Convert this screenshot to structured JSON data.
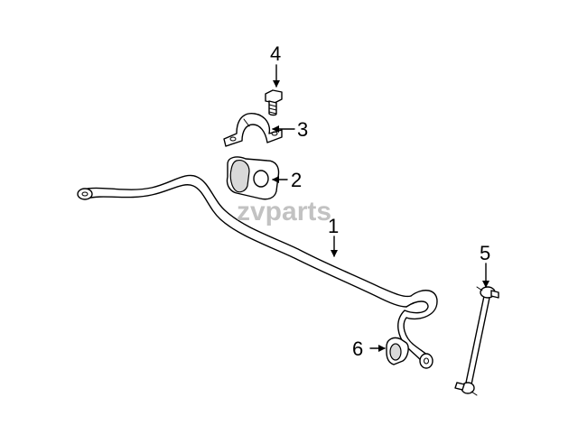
{
  "diagram": {
    "watermark": "zvparts",
    "callouts": [
      {
        "id": "1",
        "label": "1"
      },
      {
        "id": "2",
        "label": "2"
      },
      {
        "id": "3",
        "label": "3"
      },
      {
        "id": "4",
        "label": "4"
      },
      {
        "id": "5",
        "label": "5"
      },
      {
        "id": "6",
        "label": "6"
      }
    ],
    "colors": {
      "line": "#000000",
      "watermark": "#b8b8b8",
      "background": "#ffffff"
    }
  }
}
